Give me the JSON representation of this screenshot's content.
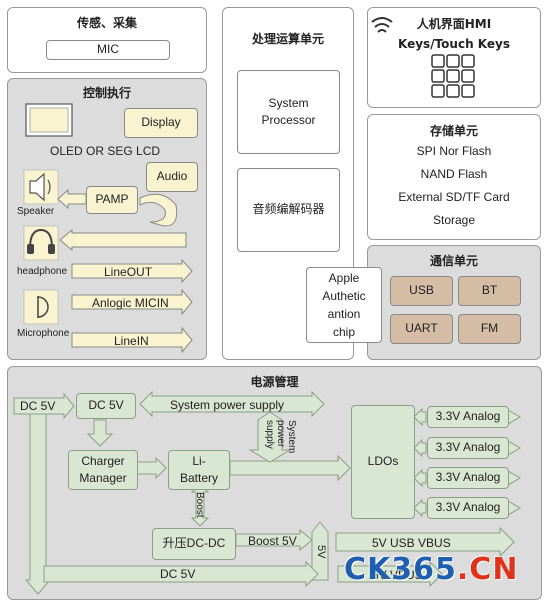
{
  "sensing": {
    "title": "传感、采集",
    "mic": "MIC"
  },
  "processing": {
    "title": "处理运算单元",
    "system_processor": "System\nProcessor",
    "codec": "音频编解码器"
  },
  "hmi": {
    "title_line1": "人机界面HMI",
    "title_line2": "Keys/Touch Keys"
  },
  "storage": {
    "title": "存储单元",
    "items": [
      "SPI Nor Flash",
      "NAND Flash",
      "External SD/TF Card",
      "Storage"
    ]
  },
  "control": {
    "title": "控制执行",
    "display": "Display",
    "oled": "OLED OR SEG LCD",
    "audio": "Audio",
    "pamp": "PAMP",
    "speaker": "Speaker",
    "headphone": "headphone",
    "microphone": "Microphone",
    "lineout": "LineOUT",
    "analog_micin": "Anlogic MICIN",
    "linein": "LineIN"
  },
  "auth": {
    "label": "Apple\nAuthetic\nantion\nchip"
  },
  "comm": {
    "title": "通信单元",
    "usb": "USB",
    "bt": "BT",
    "uart": "UART",
    "fm": "FM"
  },
  "power": {
    "title": "电源管理",
    "dc5v_in": "DC 5V",
    "dc5v_box": "DC 5V",
    "system_power_supply": "System power supply",
    "charger": "Charger\nManager",
    "battery": "Li-\nBattery",
    "vertical_supply": "System\npower\nsupply",
    "boost_vertical": "Boost",
    "ldos": "LDOs",
    "analog_outputs": [
      "3.3V Analog",
      "3.3V Analog",
      "3.3V Analog",
      "3.3V Analog"
    ],
    "boost_dcdc": "升压DC-DC",
    "boost_5v": "Boost 5V",
    "five_v_vertical": "5V",
    "usb_vbus_1": "5V USB VBUS",
    "dc5v_bottom": "DC 5V",
    "usb_vbus_2": "5V VBUS"
  },
  "watermark": {
    "ck": "CK365",
    "dot": ".",
    "cn": "CN"
  },
  "colors": {
    "yellow": "#faf3cf",
    "tan": "#d4bca5",
    "green": "#d8e6d2",
    "gray": "#dcdcdc",
    "wm_blue": "#1e5fb0",
    "wm_red": "#e0331a"
  }
}
